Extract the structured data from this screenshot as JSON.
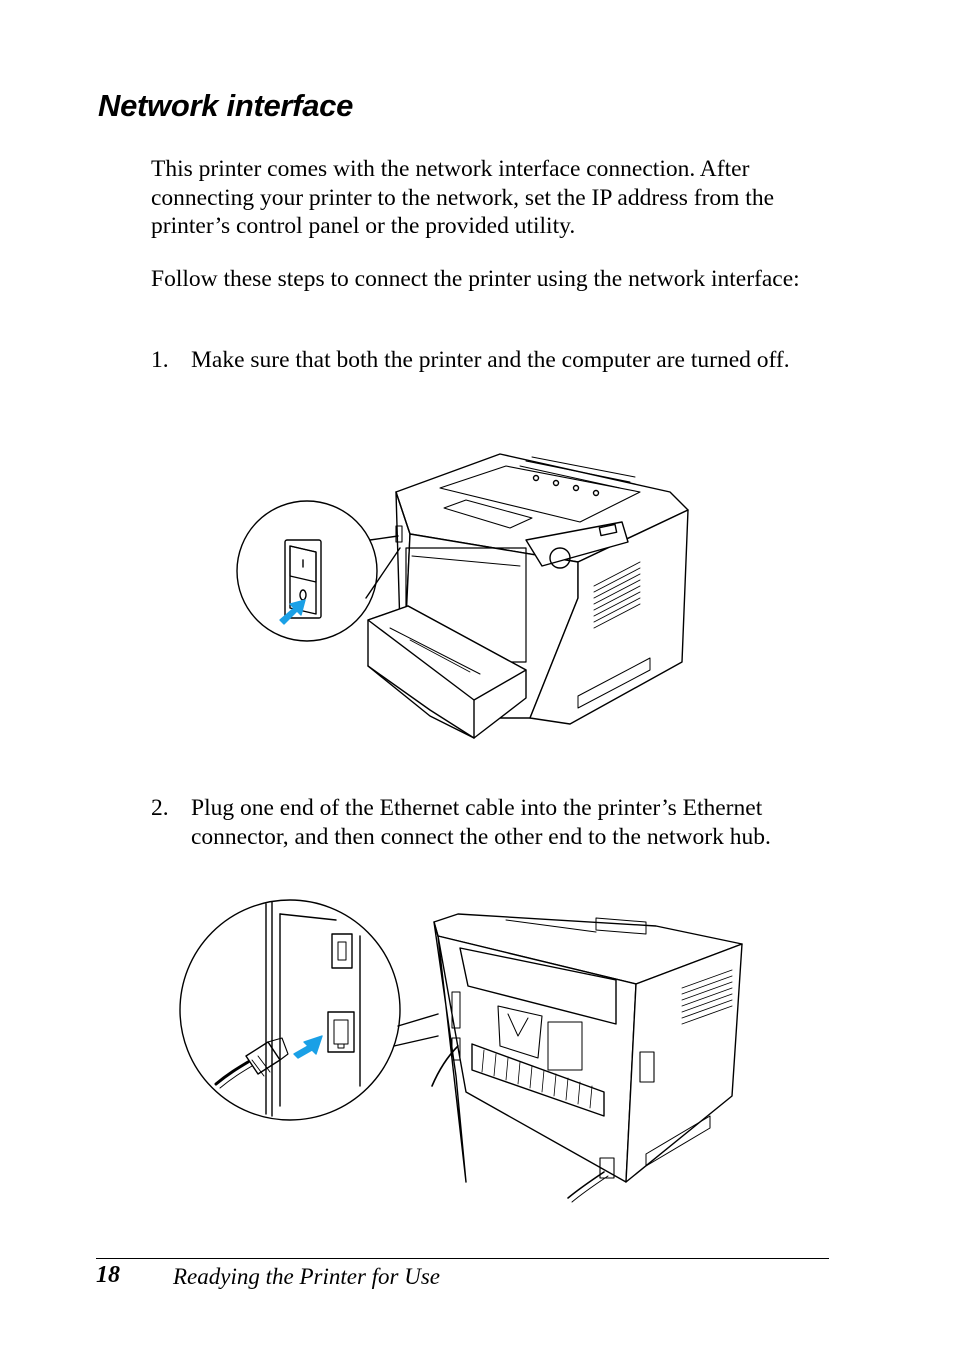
{
  "heading": "Network interface",
  "intro_paragraph": "This printer comes with the network interface connection. After connecting your printer to the network, set the IP address from the printer’s control panel or the provided utility.",
  "follow_paragraph": "Follow these steps to connect the printer using the network interface:",
  "steps": [
    {
      "number": "1.",
      "text": "Make sure that both the printer and the computer are turned off."
    },
    {
      "number": "2.",
      "text": "Plug one end of the Ethernet cable into the printer’s Ethernet connector, and then connect the other end to the network hub."
    }
  ],
  "footer": {
    "page_number": "18",
    "running_title": "Readying the Printer for Use"
  },
  "colors": {
    "arrow_accent": "#1aa0e6",
    "line_art": "#000000"
  }
}
